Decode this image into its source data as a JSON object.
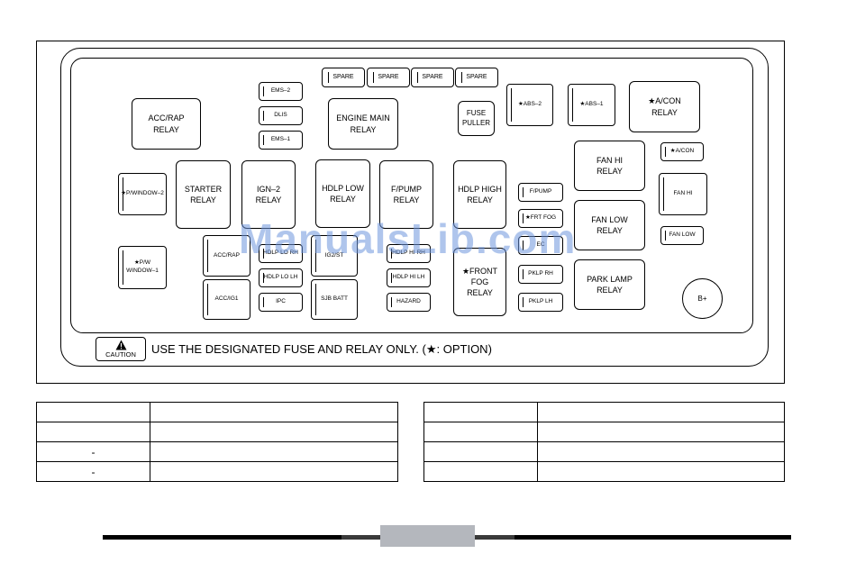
{
  "watermark": "ManualsLib.com",
  "fuse_box": {
    "spares": [
      "SPARE",
      "SPARE",
      "SPARE",
      "SPARE"
    ],
    "relays": {
      "acc_rap": "ACC/RAP\nRELAY",
      "engine_main": "ENGINE MAIN\nRELAY",
      "fuse_puller": "FUSE\nPULLER",
      "acon": "★A/CON\nRELAY",
      "starter": "STARTER\nRELAY",
      "ign2": "IGN–2\nRELAY",
      "hdlp_low": "HDLP LOW\nRELAY",
      "fpump": "F/PUMP\nRELAY",
      "hdlp_high": "HDLP HIGH\nRELAY",
      "fan_hi": "FAN HI\nRELAY",
      "fan_low": "FAN LOW\nRELAY",
      "front_fog": "★FRONT FOG\nRELAY",
      "park_lamp": "PARK LAMP\nRELAY"
    },
    "fuses": {
      "ems2": "EMS–2",
      "dlis": "DLIS",
      "ems1": "EMS–1",
      "abs2": "★ABS–2",
      "abs1": "★ABS–1",
      "acon": "★A/CON",
      "pwindow2": "★P/WINDOW–2",
      "pwindow1": "★P/W WINDOW–1",
      "fan_hi": "FAN HI",
      "fan_low": "FAN LOW",
      "fpump": "F/PUMP",
      "frt_fog": "★FRT FOG",
      "ec": "EC",
      "pklp_rh": "PKLP RH",
      "pklp_lh": "PKLP LH",
      "acc_rap": "ACC/RAP",
      "acc_ig1": "ACC/IG1",
      "hdlp_lo_rh": "HDLP LO RH",
      "hdlp_lo_lh": "HDLP LO LH",
      "ipc": "IPC",
      "ig2_st": "IG2/ST",
      "sjb_batt": "SJB BATT",
      "hdlp_hi_rh": "HDLP HI RH",
      "hdlp_hi_lh": "HDLP HI LH",
      "hazard": "HAZARD"
    },
    "b_plus": "B+",
    "caution_label": "CAUTION",
    "note": "USE THE DESIGNATED FUSE AND RELAY ONLY. (★: OPTION)"
  },
  "tables": {
    "left": [
      [
        "",
        ""
      ],
      [
        "",
        ""
      ],
      [
        "-",
        ""
      ],
      [
        "-",
        ""
      ]
    ],
    "right": [
      [
        "",
        ""
      ],
      [
        "",
        ""
      ],
      [
        "",
        ""
      ],
      [
        "",
        ""
      ]
    ]
  }
}
